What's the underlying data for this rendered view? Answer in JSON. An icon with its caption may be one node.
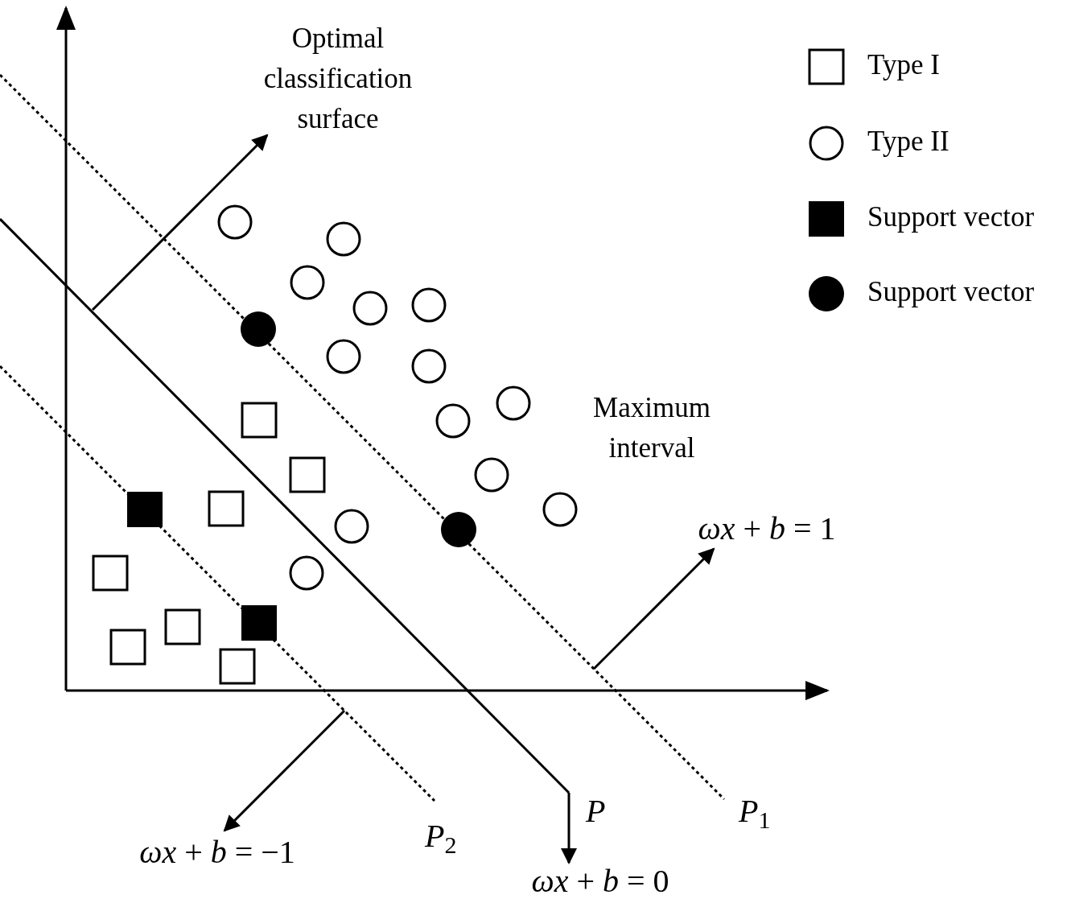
{
  "diagram": {
    "nodes": [
      {
        "text": [
          "Optimal classification surface"
        ]
      },
      {
        "text": [
          "*ωx* + *b* = 1"
        ]
      },
      {
        "text": [
          "*ωx* + *b* = −1"
        ]
      },
      {
        "text": [
          "*ωx* + *b* = 0"
        ]
      }
    ],
    "edges": [
      {
        "from": null,
        "to": 0,
        "arrow": "to"
      },
      {
        "from": null,
        "to": 1,
        "arrow": "to"
      },
      {
        "from": null,
        "to": 2,
        "arrow": "to"
      },
      {
        "from": null,
        "to": 3,
        "arrow": "to"
      }
    ],
    "labels": [
      "Maximum interval",
      "*P*",
      "*P*$_{1}$",
      "*P*$_{2}$"
    ],
    "legend": [
      {
        "text": "Type I"
      },
      {
        "text": "Type II"
      },
      {
        "text": "Support vector"
      },
      {
        "text": "Support vector"
      }
    ]
  }
}
